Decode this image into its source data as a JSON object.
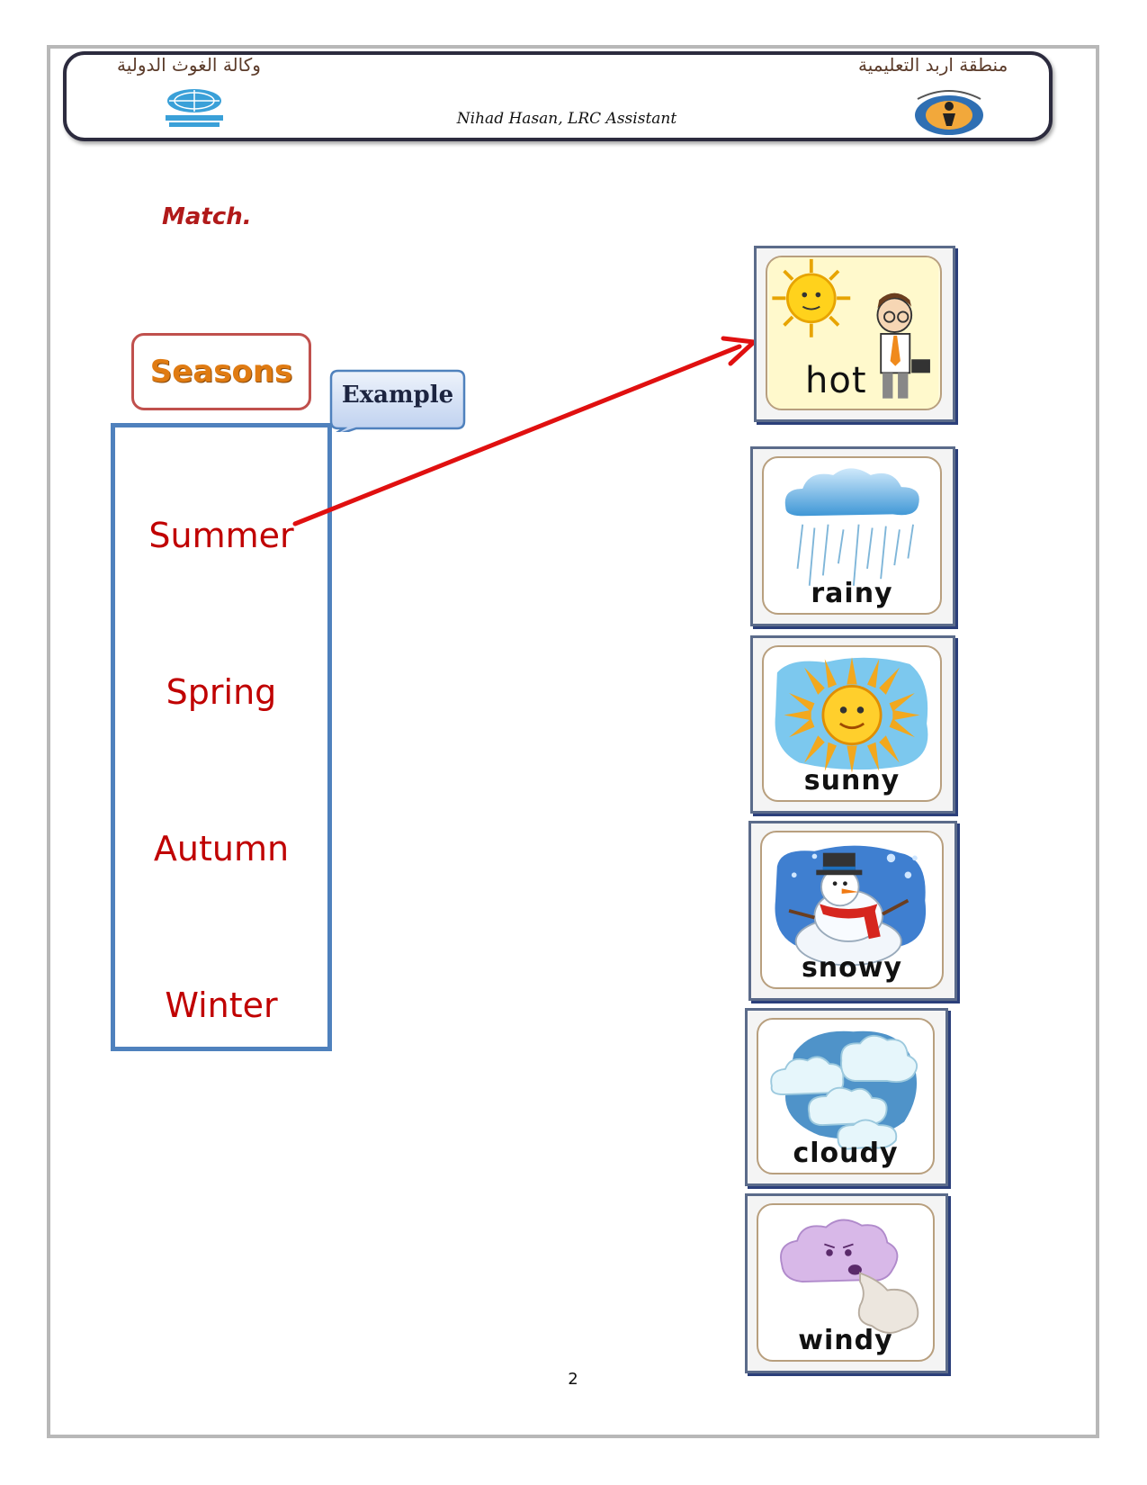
{
  "header": {
    "left_arabic": "وكالة الغوث الدولية",
    "right_arabic": "منطقة اربد التعليمية",
    "center": "Nihad Hasan, LRC Assistant",
    "left_logo_icon": "unrwa-logo",
    "right_logo_icon": "learning-resource-center-logo"
  },
  "instruction": "Match.",
  "seasons": {
    "title": "Seasons",
    "items": [
      "Summer",
      "Spring",
      "Autumn",
      "Winter"
    ]
  },
  "example_label": "Example",
  "weather_cards": [
    {
      "label": "hot",
      "icon": "hot-sun-man-icon"
    },
    {
      "label": "rainy",
      "icon": "rain-cloud-icon"
    },
    {
      "label": "sunny",
      "icon": "sun-icon"
    },
    {
      "label": "snowy",
      "icon": "snowman-icon"
    },
    {
      "label": "cloudy",
      "icon": "clouds-icon"
    },
    {
      "label": "windy",
      "icon": "wind-cloud-icon"
    }
  ],
  "example_match": {
    "from": "Summer",
    "to": "hot"
  },
  "colors": {
    "season_text": "#c00000",
    "arrow": "#e01010",
    "list_border": "#4f81bd"
  },
  "page_number": "2"
}
